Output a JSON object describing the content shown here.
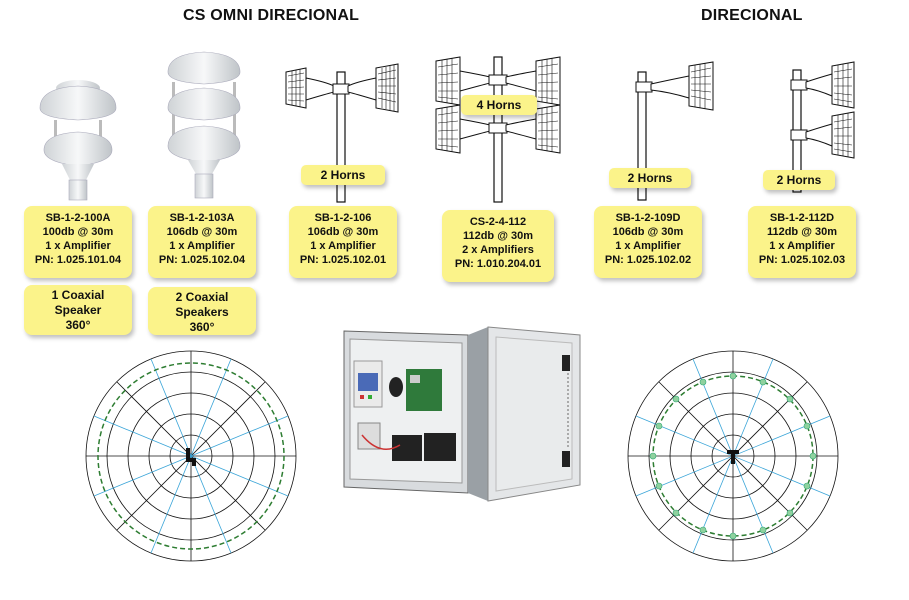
{
  "headings": {
    "omni": "CS OMNI DIRECIONAL",
    "directional": "DIRECIONAL"
  },
  "products": [
    {
      "model": "SB-1-2-100A",
      "spl": "100db @ 30m",
      "amp": "1 x Amplifier",
      "pn": "PN: 1.025.101.04"
    },
    {
      "model": "SB-1-2-103A",
      "spl": "106db @ 30m",
      "amp": "1 x Amplifier",
      "pn": "PN: 1.025.102.04"
    },
    {
      "model": "SB-1-2-106",
      "spl": "106db @ 30m",
      "amp": "1 x Amplifier",
      "pn": "PN: 1.025.102.01"
    },
    {
      "model": "CS-2-4-112",
      "spl": "112db @ 30m",
      "amp": "2 x Amplifiers",
      "pn": "PN: 1.010.204.01"
    },
    {
      "model": "SB-1-2-109D",
      "spl": "106db @ 30m",
      "amp": "1 x Amplifier",
      "pn": "PN: 1.025.102.02"
    },
    {
      "model": "SB-1-2-112D",
      "spl": "112db @ 30m",
      "amp": "1 x Amplifier",
      "pn": "PN: 1.025.102.03"
    }
  ],
  "speaker_notes": [
    {
      "line1": "1 Coaxial",
      "line2": "Speaker",
      "line3": "360°"
    },
    {
      "line1": "2 Coaxial",
      "line2": "Speakers",
      "line3": "360°"
    }
  ],
  "horn_tags": [
    "2 Horns",
    "4 Horns",
    "2 Horns",
    "2 Horns"
  ],
  "colors": {
    "card_fill": "#fbf38a",
    "coverage_dashed": "#2e7d32",
    "polar_radial": "#3aa5d8",
    "grid": "#111111"
  },
  "icons": [
    "omni-speaker-single",
    "omni-speaker-double",
    "horn-pair-icon",
    "horn-quad-icon",
    "horn-single-pair-icon",
    "horn-stacked-icon",
    "control-cabinet-icon",
    "polar-pattern-omni",
    "polar-pattern-directional"
  ]
}
